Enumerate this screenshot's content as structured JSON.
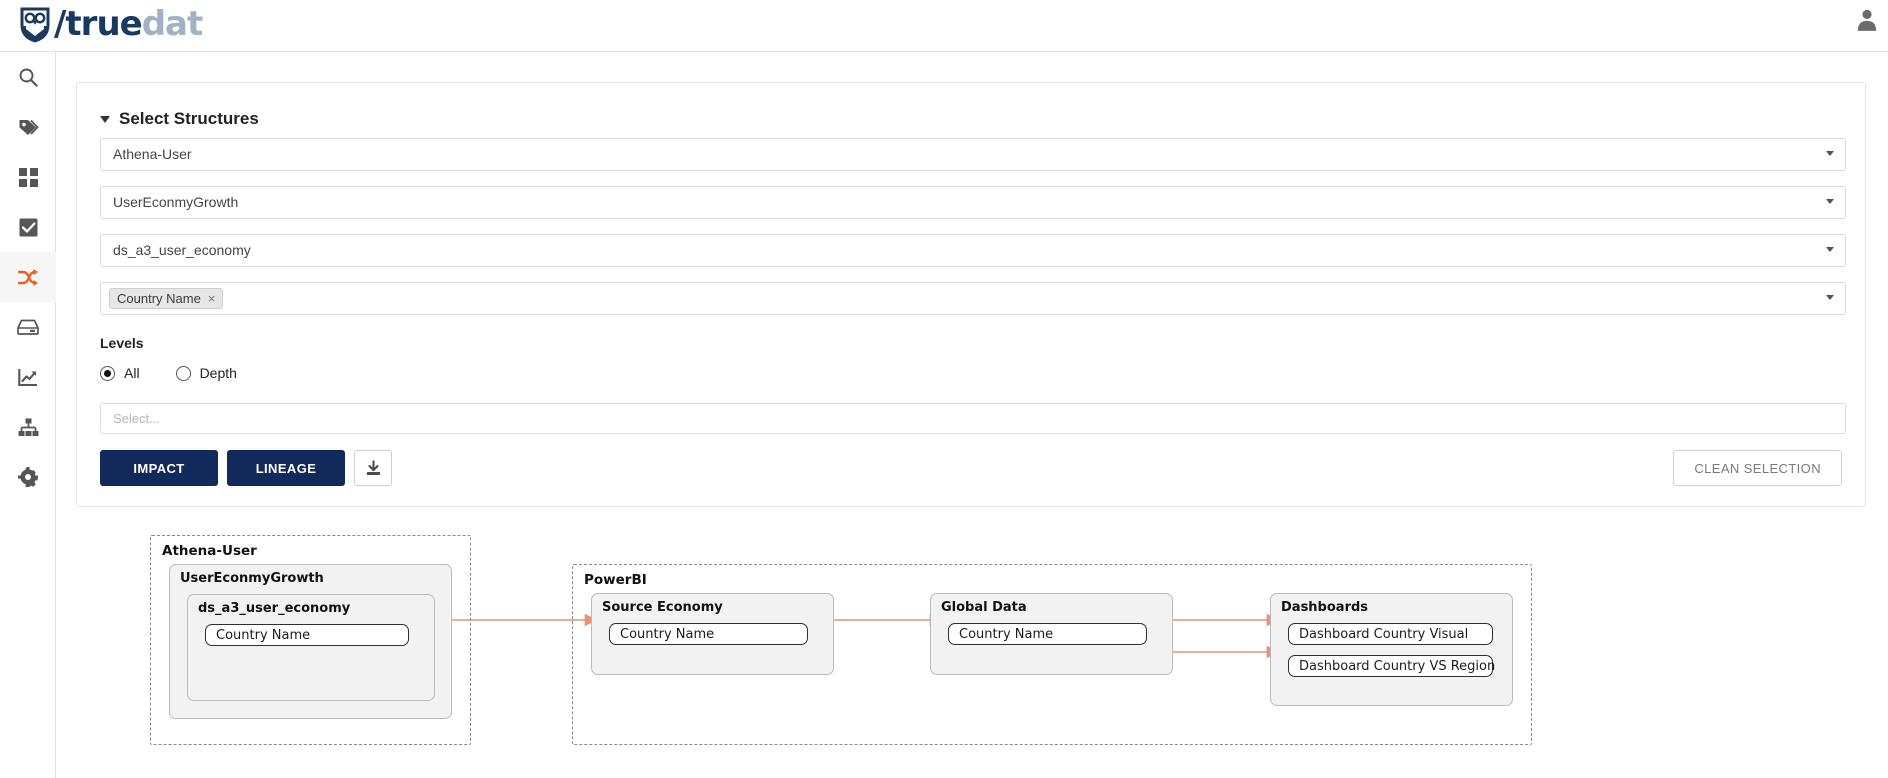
{
  "app": {
    "brand_slash": "/",
    "brand_true": "true",
    "brand_dat": "dat",
    "accent_color": "#e8743b",
    "primary_color": "#12295c"
  },
  "sidebar": {
    "items": [
      {
        "icon": "search-icon",
        "name": "sidebar-item-search",
        "active": false
      },
      {
        "icon": "tags-icon",
        "name": "sidebar-item-glossary",
        "active": false
      },
      {
        "icon": "grid-icon",
        "name": "sidebar-item-concepts",
        "active": false
      },
      {
        "icon": "check-icon",
        "name": "sidebar-item-rules",
        "active": false
      },
      {
        "icon": "shuffle-icon",
        "name": "sidebar-item-lineage",
        "active": true
      },
      {
        "icon": "database-icon",
        "name": "sidebar-item-sources",
        "active": false
      },
      {
        "icon": "chart-icon",
        "name": "sidebar-item-metrics",
        "active": false
      },
      {
        "icon": "sitemap-icon",
        "name": "sidebar-item-structures",
        "active": false
      },
      {
        "icon": "gear-icon",
        "name": "sidebar-item-settings",
        "active": false
      }
    ]
  },
  "panel": {
    "title": "Select Structures",
    "fields": [
      {
        "value": "Athena-User",
        "name": "system-select"
      },
      {
        "value": "UserEconmyGrowth",
        "name": "group-select"
      },
      {
        "value": "ds_a3_user_economy",
        "name": "structure-select"
      }
    ],
    "chip": {
      "label": "Country Name",
      "remove": "×"
    },
    "levels_label": "Levels",
    "radios": [
      {
        "label": "All",
        "checked": true
      },
      {
        "label": "Depth",
        "checked": false
      }
    ],
    "depth_placeholder": "Select...",
    "buttons": {
      "impact": "IMPACT",
      "lineage": "LINEAGE",
      "download_icon": "download-icon",
      "clean": "CLEAN SELECTION"
    }
  },
  "graph": {
    "groups": [
      {
        "title": "Athena-User"
      },
      {
        "title": "PowerBI"
      }
    ],
    "boxes": [
      {
        "title": "UserEconmyGrowth"
      },
      {
        "title": "ds_a3_user_economy"
      },
      {
        "title": "Source Economy"
      },
      {
        "title": "Global Data"
      },
      {
        "title": "Dashboards"
      }
    ],
    "nodes": [
      {
        "label": "Country Name"
      },
      {
        "label": "Country Name"
      },
      {
        "label": "Country Name"
      },
      {
        "label": "Dashboard Country Visual"
      },
      {
        "label": "Dashboard Country VS Region"
      }
    ]
  }
}
